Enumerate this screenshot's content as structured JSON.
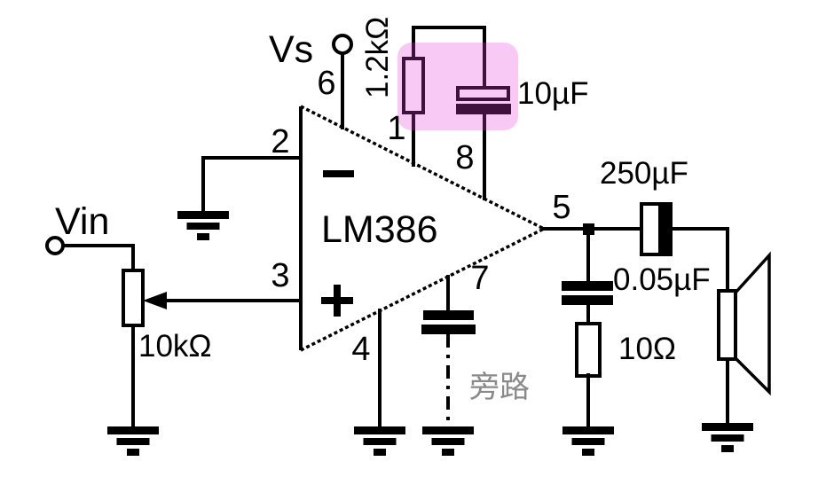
{
  "diagram": {
    "type": "circuit-schematic",
    "ic": {
      "label": "LM386",
      "inverting_sign": "−",
      "noninverting_sign": "+"
    },
    "pins": {
      "p1": "1",
      "p2": "2",
      "p3": "3",
      "p4": "4",
      "p5": "5",
      "p6": "6",
      "p7": "7",
      "p8": "8"
    },
    "terminals": {
      "supply": "Vs",
      "input": "Vin"
    },
    "components": {
      "gain_resistor": "1.2kΩ",
      "gain_capacitor": "10µF",
      "output_capacitor": "250µF",
      "zobel_capacitor": "0.05µF",
      "zobel_resistor": "10Ω",
      "input_potentiometer": "10kΩ"
    },
    "annotation": {
      "bypass_note": "旁路"
    },
    "colors": {
      "line": "#000000",
      "background": "#ffffff",
      "highlight_overlay": "rgba(230,60,215,0.28)",
      "highlight_pink": "#f9c5f5",
      "highlight_dark": "#400d40",
      "note_gray": "#8a8a8a"
    }
  }
}
